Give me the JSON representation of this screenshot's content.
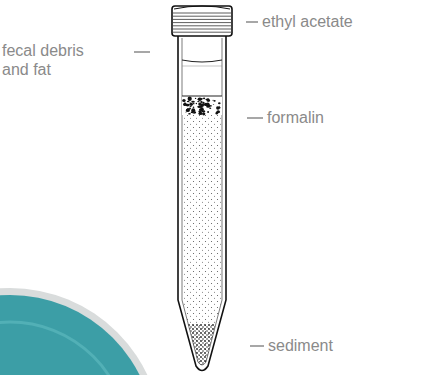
{
  "diagram": {
    "labels": [
      "ethyl acetate",
      "fecal debris and fat",
      "formalin",
      "sediment"
    ]
  }
}
